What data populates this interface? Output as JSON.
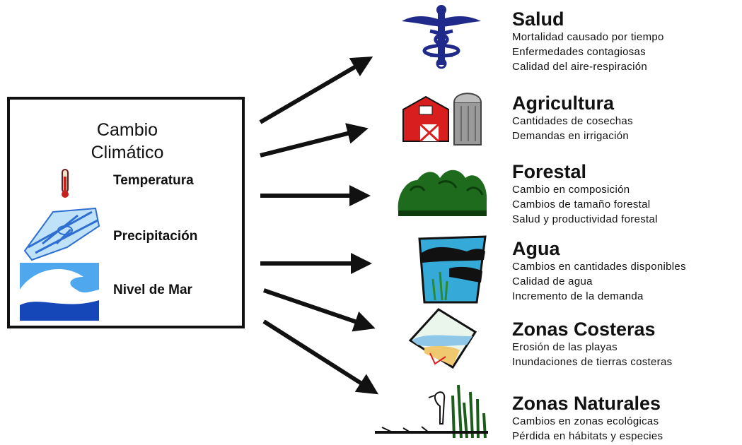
{
  "source": {
    "title_line1": "Cambio",
    "title_line2": "Climático",
    "factors": [
      "Temperatura",
      "Precipitación",
      "Nivel de Mar"
    ]
  },
  "impacts": [
    {
      "title": "Salud",
      "icon": "caduceus-icon",
      "items": [
        "Mortalidad causado por tiempo",
        "Enfermedades  contagiosas",
        "Calidad del aire-respiración"
      ]
    },
    {
      "title": "Agricultura",
      "icon": "barn-silo-icon",
      "items": [
        "Cantidades de cosechas",
        "Demandas en irrigación"
      ]
    },
    {
      "title": "Forestal",
      "icon": "forest-icon",
      "items": [
        "Cambio en composición",
        "Cambios de tamaño forestal",
        "Salud y productividad forestal"
      ]
    },
    {
      "title": "Agua",
      "icon": "water-landscape-icon",
      "items": [
        "Cambios en cantidades disponibles",
        "Calidad de agua",
        "Incremento de la demanda"
      ]
    },
    {
      "title": "Zonas Costeras",
      "icon": "coast-diamond-icon",
      "items": [
        "Erosión de las playas",
        "Inundaciones de  tierras costeras"
      ]
    },
    {
      "title": "Zonas Naturales",
      "icon": "heron-wetland-icon",
      "items": [
        "Cambios en zonas ecológicas",
        "Pérdida en hábitats y especies"
      ]
    }
  ],
  "colors": {
    "arrow": "#111111",
    "health_blue": "#1f2a8a",
    "barn_red": "#d81e1e",
    "forest_green": "#1e6b1e",
    "water_blue": "#35a9d8"
  }
}
